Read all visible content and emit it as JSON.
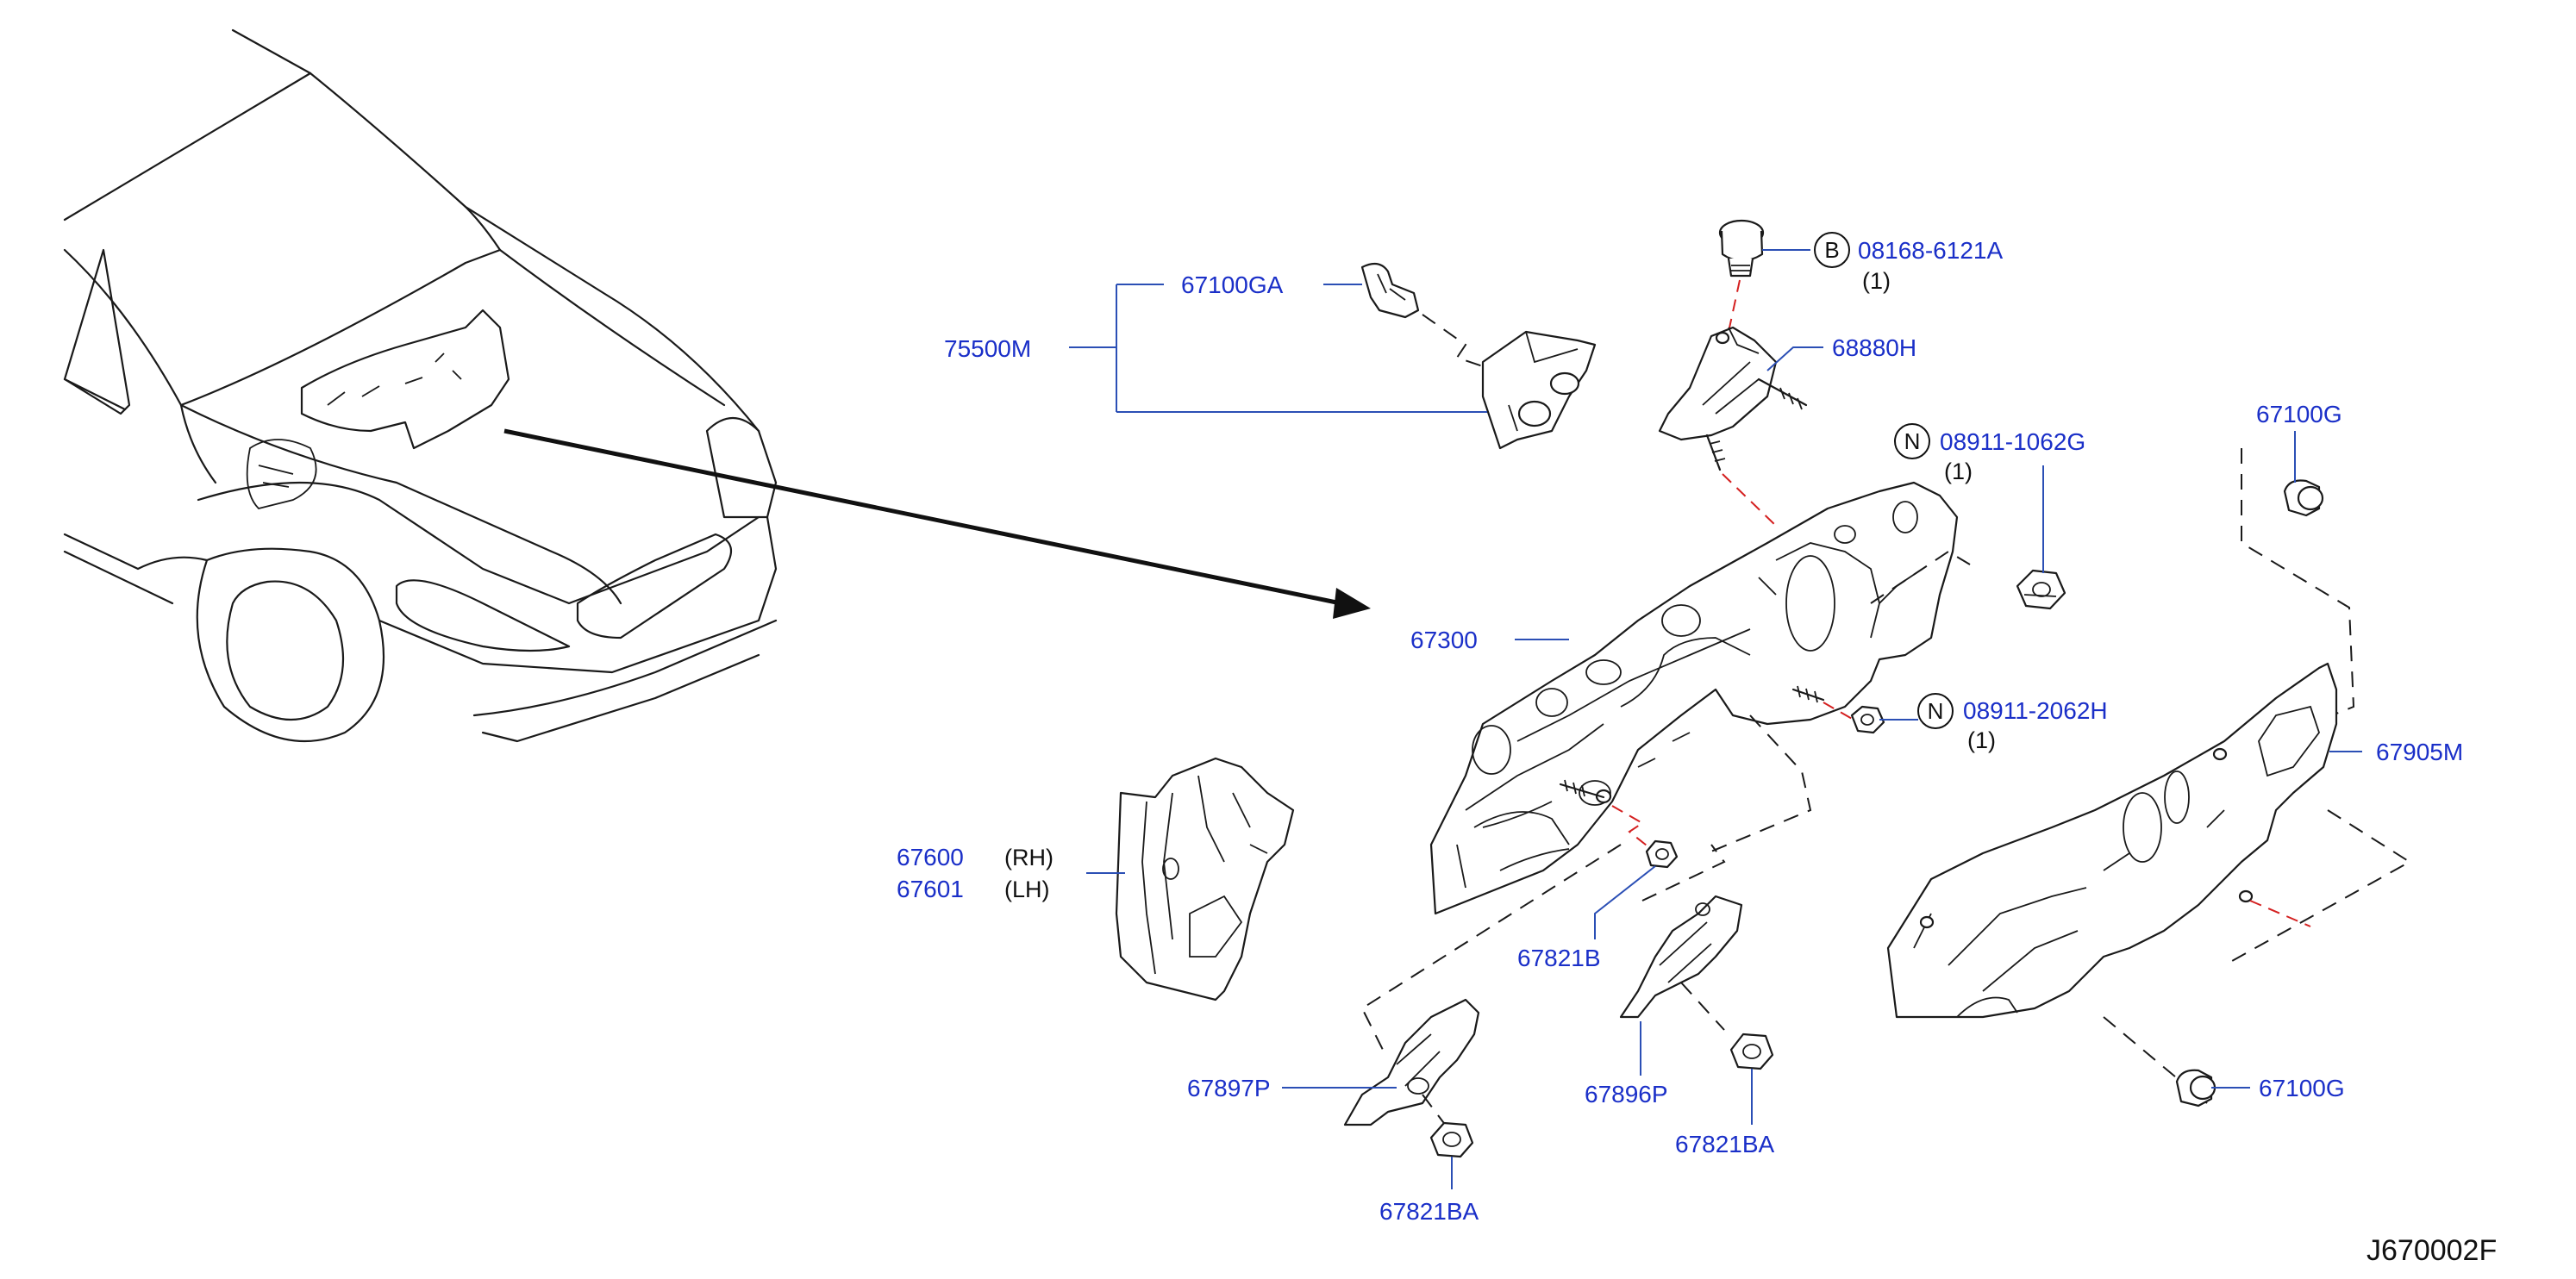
{
  "parts": {
    "p_67100GA": "67100GA",
    "p_75500M": "75500M",
    "p_08168": "08168-6121A",
    "p_08168_qty": "(1)",
    "p_08168_sym": "B",
    "p_68880H": "68880H",
    "p_08911_1062G": "08911-1062G",
    "p_08911_1062G_qty": "(1)",
    "p_08911_1062G_sym": "N",
    "p_67100G_top": "67100G",
    "p_67300": "67300",
    "p_08911_2062H": "08911-2062H",
    "p_08911_2062H_qty": "(1)",
    "p_08911_2062H_sym": "N",
    "p_67905M": "67905M",
    "p_67600": "67600",
    "p_67600_side": "(RH)",
    "p_67601": "67601",
    "p_67601_side": "(LH)",
    "p_67821B": "67821B",
    "p_67897P": "67897P",
    "p_67896P": "67896P",
    "p_67821BA_mid": "67821BA",
    "p_67821BA_bottom": "67821BA",
    "p_67100G_bottom": "67100G"
  },
  "diagram_code": "J670002F",
  "colors": {
    "label": "#1a2fc8",
    "leader": "#2b4fb5",
    "line": "#1a1a1a",
    "hidden": "#d42020"
  }
}
